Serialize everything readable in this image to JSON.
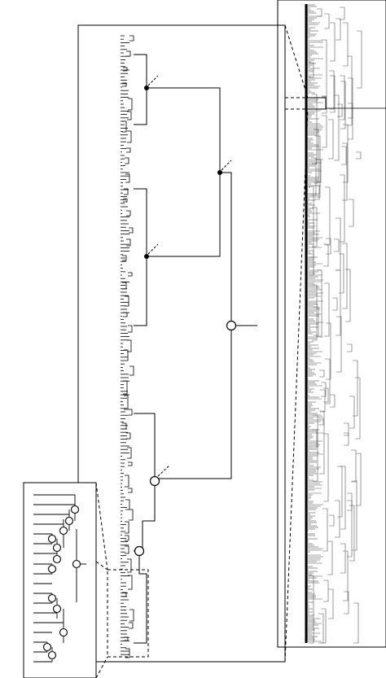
{
  "figure": {
    "panels": [
      {
        "id": "overview",
        "description_name": "full-tree-overview"
      },
      {
        "id": "zoom-1",
        "description_name": "enlarged-clade"
      },
      {
        "id": "zoom-2",
        "description_name": "enlarged-subclade"
      }
    ],
    "node_markers": {
      "open_circle_color": "#ffffff",
      "filled_dot_color": "#000000",
      "stroke_color": "#000000",
      "overview_stroke_color": "#555555"
    }
  }
}
